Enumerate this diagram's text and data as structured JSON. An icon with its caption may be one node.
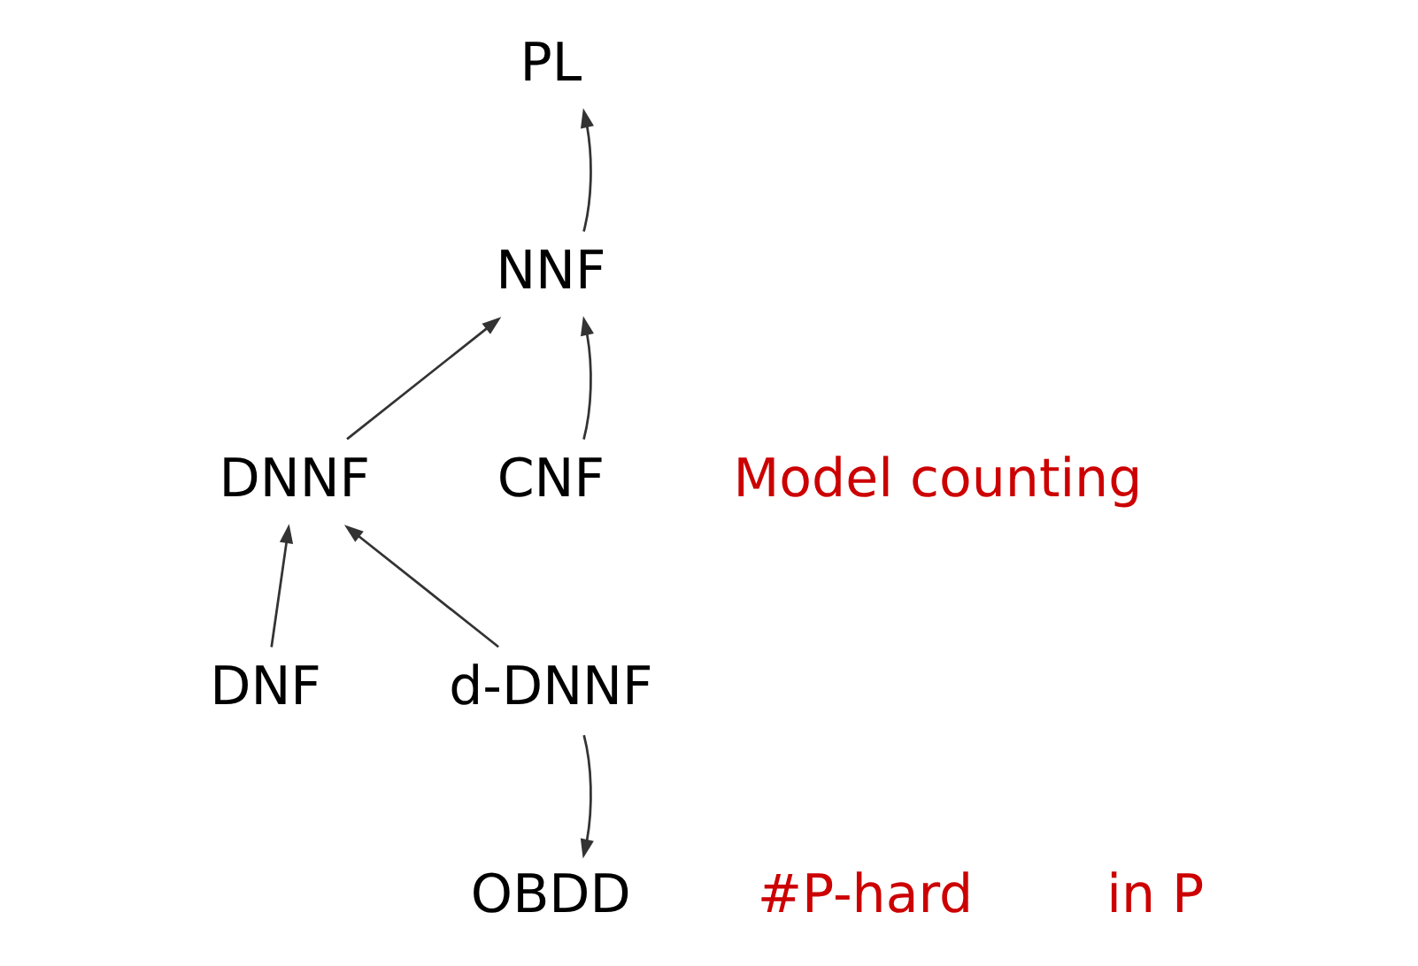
{
  "diagram": {
    "nodes": [
      {
        "text": [
          "PL"
        ]
      },
      {
        "text": [
          "NNF"
        ]
      },
      {
        "text": [
          "DNNF"
        ]
      },
      {
        "text": [
          "CNF"
        ]
      },
      {
        "text": [
          "DNF"
        ]
      },
      {
        "text": [
          "d-DNNF"
        ]
      },
      {
        "text": [
          "OBDD"
        ]
      }
    ],
    "edges": [
      {
        "from": 1,
        "to": 0,
        "arrow": "to"
      },
      {
        "from": 2,
        "to": 1,
        "arrow": "to"
      },
      {
        "from": 3,
        "to": 1,
        "arrow": "to"
      },
      {
        "from": 4,
        "to": 2,
        "arrow": "to"
      },
      {
        "from": 5,
        "to": 2,
        "arrow": "to"
      },
      {
        "from": 5,
        "to": 6,
        "arrow": "to"
      }
    ],
    "labels": [
      "Model counting",
      "#P-hard",
      "in P"
    ]
  }
}
